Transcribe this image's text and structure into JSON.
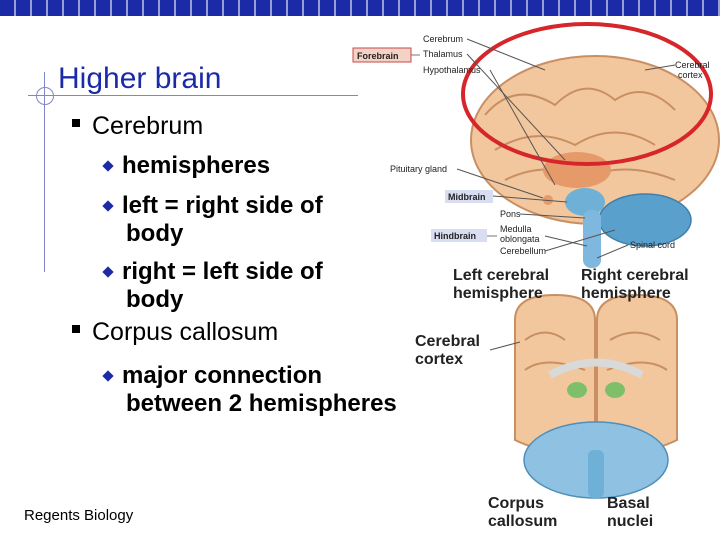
{
  "slide": {
    "title": "Higher brain",
    "bullets": [
      {
        "text": "Cerebrum",
        "subs": [
          {
            "lines": [
              "hemispheres"
            ]
          },
          {
            "lines": [
              "left = right side of",
              "body"
            ]
          },
          {
            "lines": [
              "right = left side of",
              "body"
            ]
          }
        ]
      },
      {
        "text": "Corpus callosum",
        "subs": [
          {
            "lines": [
              "major connection",
              "between 2 hemispheres"
            ]
          }
        ]
      }
    ],
    "footer": "Regents Biology"
  },
  "diagram": {
    "side_labels": {
      "cerebrum": "Cerebrum",
      "thalamus": "Thalamus",
      "hypothalamus": "Hypothalamus",
      "forebrain": "Forebrain",
      "cerebral_cortex_a": "Cerebral",
      "cerebral_cortex_b": "cortex",
      "pituitary": "Pituitary gland",
      "midbrain": "Midbrain",
      "pons": "Pons",
      "medulla_a": "Medulla",
      "medulla_b": "oblongata",
      "cerebellum": "Cerebellum",
      "hindbrain": "Hindbrain",
      "spinal_cord": "Spinal cord"
    },
    "front_labels": {
      "left_a": "Left cerebral",
      "left_b": "hemisphere",
      "right_a": "Right cerebral",
      "right_b": "hemisphere",
      "cortex_a": "Cerebral",
      "cortex_b": "cortex",
      "corpus_a": "Corpus",
      "corpus_b": "callosum",
      "basal_a": "Basal",
      "basal_b": "nuclei"
    },
    "colors": {
      "cerebrum": "#f2c79d",
      "midbrain": "#6fb0d6",
      "cerebellum": "#5aa0cc",
      "highlight_circle": "#d6262b",
      "box_fill": "#d9ddf2",
      "box_border": "#c94a4a"
    }
  }
}
